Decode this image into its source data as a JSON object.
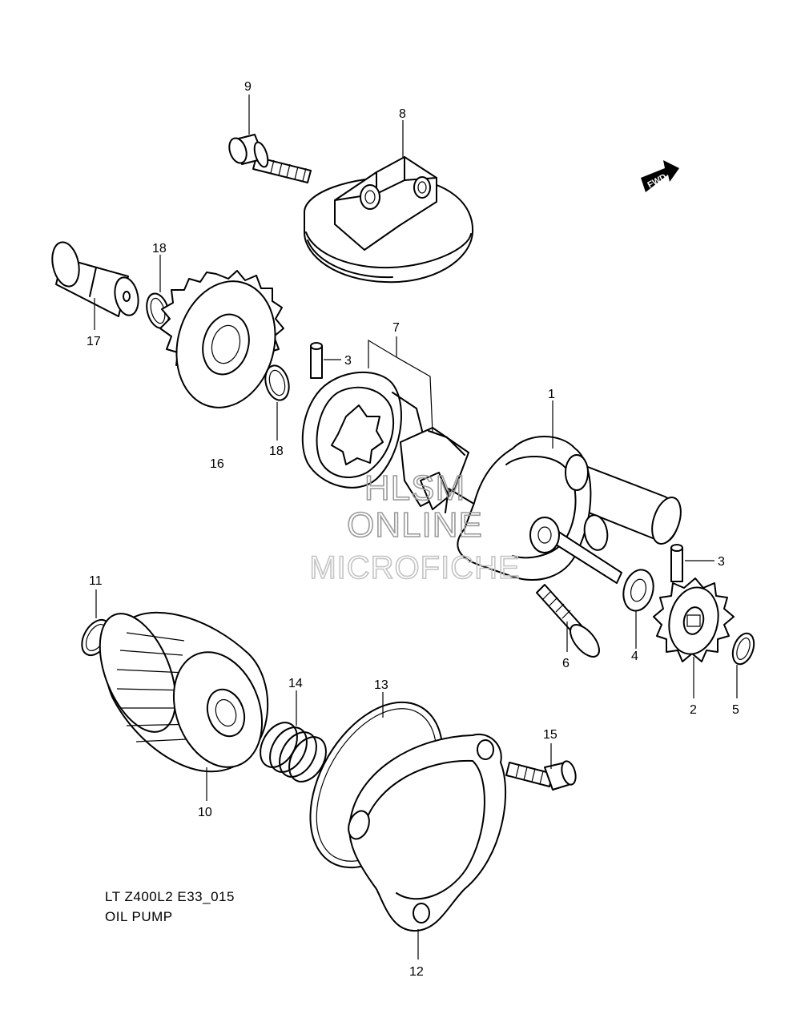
{
  "diagram": {
    "caption_model": "LT Z400L2 E33_015",
    "caption_title": "OIL PUMP",
    "direction_marker": "FWD",
    "watermark": [
      "HLSM",
      "ONLINE",
      "MICROFICHE"
    ],
    "callouts": {
      "c1": "1",
      "c2": "2",
      "c3a": "3",
      "c3b": "3",
      "c4": "4",
      "c5": "5",
      "c6": "6",
      "c7": "7",
      "c8": "8",
      "c9": "9",
      "c10": "10",
      "c11": "11",
      "c12": "12",
      "c13": "13",
      "c14": "14",
      "c15": "15",
      "c16": "16",
      "c17": "17",
      "c18a": "18",
      "c18b": "18"
    }
  }
}
